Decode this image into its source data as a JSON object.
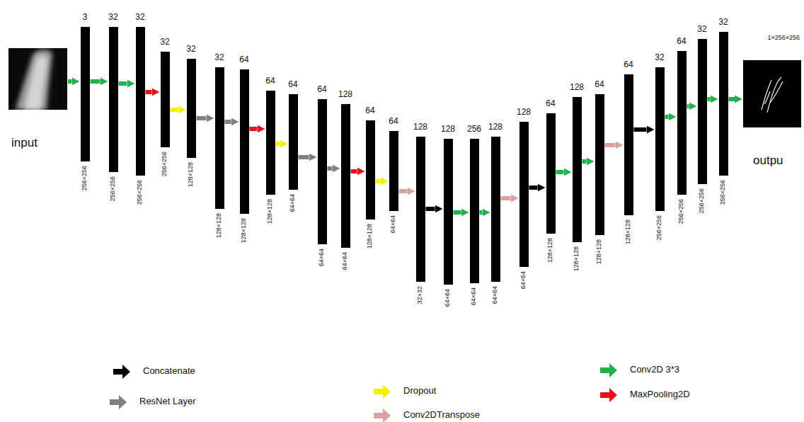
{
  "diagram": {
    "nodes": [
      {
        "text": [
          "input"
        ]
      },
      {
        "text": [
          "3",
          "256×256"
        ]
      },
      {
        "text": [
          "32",
          "256×256"
        ]
      },
      {
        "text": [
          "32",
          "256×256"
        ]
      },
      {
        "text": [
          "32",
          "256×256"
        ]
      },
      {
        "text": [
          "32",
          "128×128"
        ]
      },
      {
        "text": [
          "32",
          "128×128"
        ]
      },
      {
        "text": [
          "64",
          "128×128"
        ]
      },
      {
        "text": [
          "64",
          "128×128"
        ]
      },
      {
        "text": [
          "64",
          "64×64"
        ]
      },
      {
        "text": [
          "64",
          "64×64"
        ]
      },
      {
        "text": [
          "128",
          "64×64"
        ]
      },
      {
        "text": [
          "64",
          "128×128"
        ]
      },
      {
        "text": [
          "64",
          "64×64"
        ]
      },
      {
        "text": [
          "128",
          "32×32"
        ]
      },
      {
        "text": [
          "128",
          "64×64"
        ]
      },
      {
        "text": [
          "256",
          "64×64"
        ]
      },
      {
        "text": [
          "128",
          "64×64"
        ]
      },
      {
        "text": [
          "128",
          "64×64"
        ]
      },
      {
        "text": [
          "64",
          "128×128"
        ]
      },
      {
        "text": [
          "128",
          "128×128"
        ]
      },
      {
        "text": [
          "64",
          "128×128"
        ]
      },
      {
        "text": [
          "64",
          "128×128"
        ]
      },
      {
        "text": [
          "32",
          "256×256"
        ]
      },
      {
        "text": [
          "64",
          "256×256"
        ]
      },
      {
        "text": [
          "32",
          "256×256"
        ]
      },
      {
        "text": [
          "32",
          "256×256"
        ]
      },
      {
        "text": [
          "1×256×256",
          "outpu"
        ]
      }
    ],
    "edges": [
      {
        "from": 0,
        "to": 1,
        "arrow": "to"
      },
      {
        "from": 1,
        "to": 2,
        "arrow": "to"
      },
      {
        "from": 2,
        "to": 3,
        "arrow": "to"
      },
      {
        "from": 3,
        "to": 4,
        "arrow": "to"
      },
      {
        "from": 4,
        "to": 5,
        "arrow": "to"
      },
      {
        "from": 5,
        "to": 6,
        "arrow": "to"
      },
      {
        "from": 6,
        "to": 7,
        "arrow": "to"
      },
      {
        "from": 7,
        "to": 8,
        "arrow": "to"
      },
      {
        "from": 8,
        "to": 9,
        "arrow": "to"
      },
      {
        "from": 9,
        "to": 10,
        "arrow": "to"
      },
      {
        "from": 10,
        "to": 11,
        "arrow": "to"
      },
      {
        "from": 11,
        "to": 12,
        "arrow": "to"
      },
      {
        "from": 12,
        "to": 13,
        "arrow": "to"
      },
      {
        "from": 13,
        "to": 14,
        "arrow": "to"
      },
      {
        "from": 14,
        "to": 15,
        "arrow": "to"
      },
      {
        "from": 15,
        "to": 16,
        "arrow": "to"
      },
      {
        "from": 16,
        "to": 17,
        "arrow": "to"
      },
      {
        "from": 17,
        "to": 18,
        "arrow": "to"
      },
      {
        "from": 18,
        "to": 19,
        "arrow": "to"
      },
      {
        "from": 19,
        "to": 20,
        "arrow": "to"
      },
      {
        "from": 20,
        "to": 21,
        "arrow": "to"
      },
      {
        "from": 21,
        "to": 22,
        "arrow": "to"
      },
      {
        "from": 22,
        "to": 23,
        "arrow": "to"
      },
      {
        "from": 23,
        "to": 24,
        "arrow": "to"
      },
      {
        "from": 24,
        "to": 25,
        "arrow": "to"
      },
      {
        "from": 25,
        "to": 26,
        "arrow": "to"
      },
      {
        "from": 26,
        "to": 27,
        "arrow": "to"
      }
    ],
    "legend": [
      {
        "text": "Concatenate",
        "color": "#000000"
      },
      {
        "text": "ResNet Layer",
        "color": "#808080"
      },
      {
        "text": "Dropout",
        "color": "#f2f200"
      },
      {
        "text": "Conv2DTranspose",
        "color": "#d9a0a0"
      },
      {
        "text": "Conv2D 3*3",
        "color": "#22b14c"
      },
      {
        "text": "MaxPooling2D",
        "color": "#e8101a"
      }
    ]
  }
}
